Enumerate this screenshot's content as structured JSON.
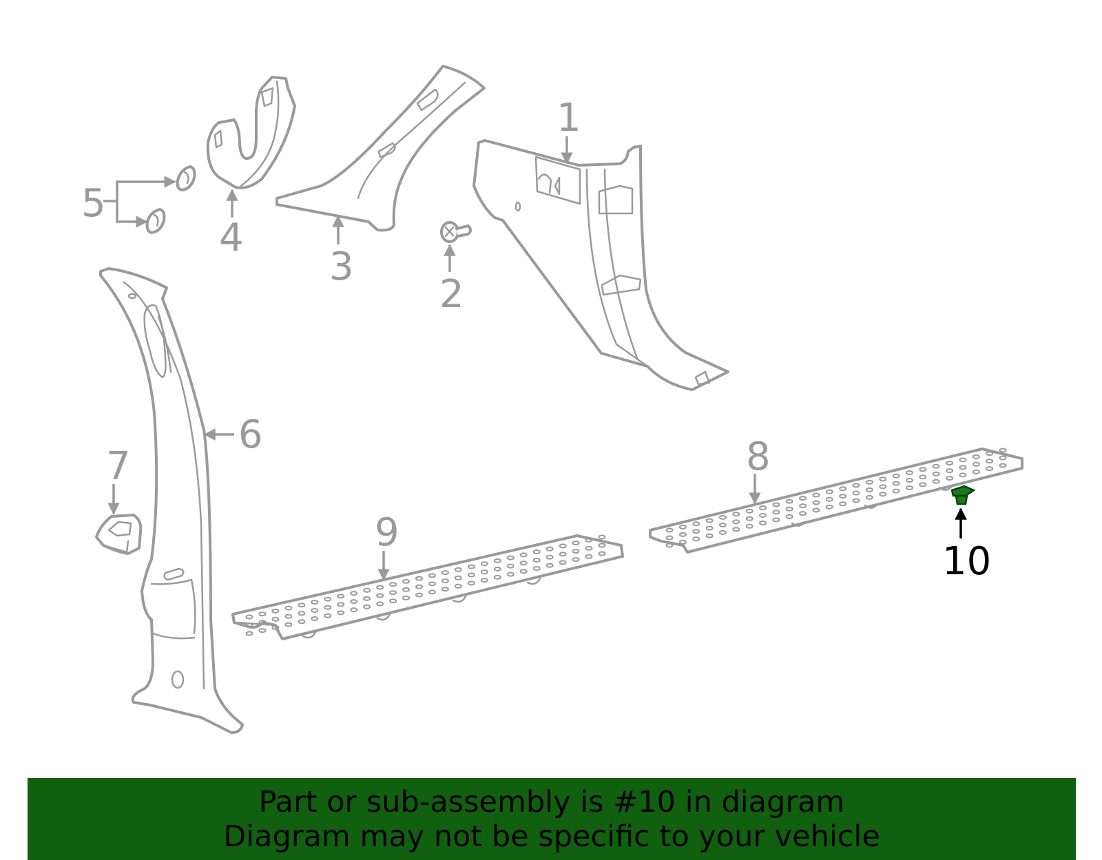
{
  "callouts": {
    "p1": "1",
    "p2": "2",
    "p3": "3",
    "p4": "4",
    "p5": "5",
    "p6": "6",
    "p7": "7",
    "p8": "8",
    "p9": "9",
    "p10": "10"
  },
  "highlight": {
    "part": "10",
    "color": "#1a7a1a"
  },
  "banner": {
    "line1": "Part or sub-assembly is #10 in diagram",
    "line2": "Diagram may not be specific to your vehicle",
    "background": "#106010"
  },
  "colors": {
    "part_stroke": "#9a9a9a",
    "label": "#9a9a9a",
    "highlight_label": "#000000"
  }
}
